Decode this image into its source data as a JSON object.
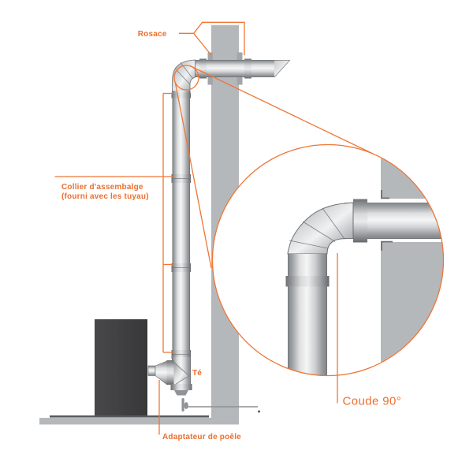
{
  "figure": {
    "type": "installation-diagram"
  },
  "labels": {
    "rosace": "Rosace",
    "collier": {
      "line1": "Collier d'assembalge",
      "line2": "(fourni avec les tuyau)"
    },
    "te": "Té",
    "adaptateur_de_poele": "Adaptateur de poêle",
    "coude_90": "Coude 90°"
  },
  "colors": {
    "accent_text": "#ed6e2d",
    "accent_line": "#ee7636",
    "wall_gray": "#b5b8bb",
    "stove_dark": "#3f3f41",
    "pipe_highlight": "#f5f6f6",
    "pipe_shadow": "#85888b",
    "floor_dark_line": "#58595b"
  }
}
